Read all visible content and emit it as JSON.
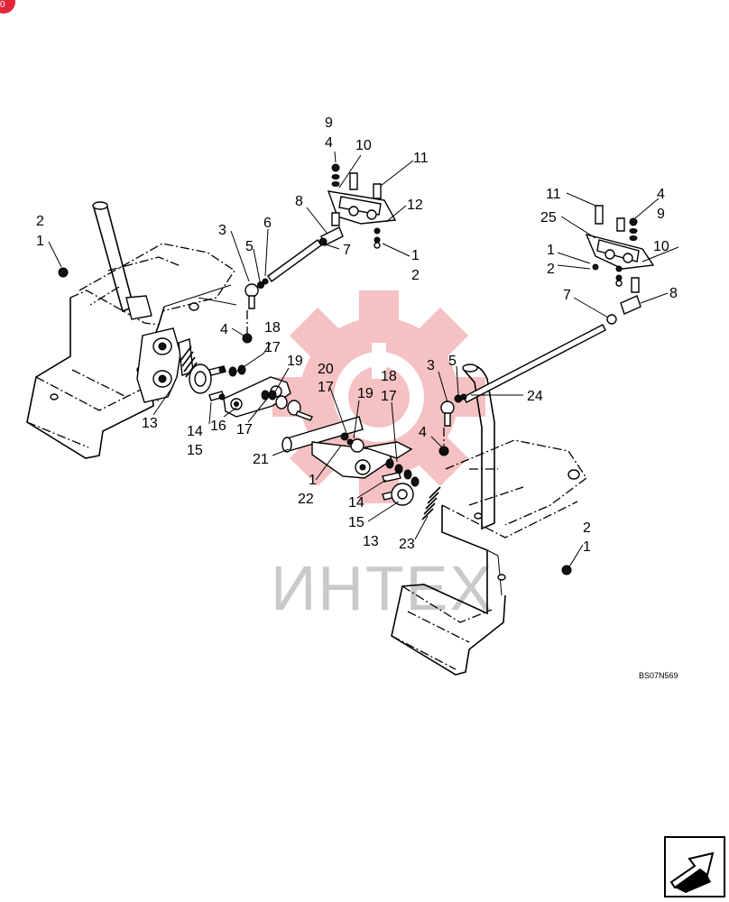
{
  "drawing_code": "BS07N569",
  "watermark": {
    "text": "ИНТЕХ",
    "gear_color": "#f4b7b9"
  },
  "corner_badge": {
    "color": "#e3263a",
    "text": "0"
  },
  "callouts": [
    {
      "id": "c9a",
      "text": "9"
    },
    {
      "id": "c4a",
      "text": "4"
    },
    {
      "id": "c10a",
      "text": "10"
    },
    {
      "id": "c11a",
      "text": "11"
    },
    {
      "id": "c8a",
      "text": "8"
    },
    {
      "id": "c12",
      "text": "12"
    },
    {
      "id": "c7a",
      "text": "7"
    },
    {
      "id": "c1a",
      "text": "1"
    },
    {
      "id": "c2a",
      "text": "2"
    },
    {
      "id": "c2b",
      "text": "2"
    },
    {
      "id": "c1b",
      "text": "1"
    },
    {
      "id": "c3a",
      "text": "3"
    },
    {
      "id": "c5a",
      "text": "5"
    },
    {
      "id": "c6",
      "text": "6"
    },
    {
      "id": "c4b",
      "text": "4"
    },
    {
      "id": "c18a",
      "text": "18"
    },
    {
      "id": "c17a",
      "text": "17"
    },
    {
      "id": "c19a",
      "text": "19"
    },
    {
      "id": "c13a",
      "text": "13"
    },
    {
      "id": "c14a",
      "text": "14"
    },
    {
      "id": "c15a",
      "text": "15"
    },
    {
      "id": "c16",
      "text": "16"
    },
    {
      "id": "c17b",
      "text": "17"
    },
    {
      "id": "c20",
      "text": "20"
    },
    {
      "id": "c17c",
      "text": "17"
    },
    {
      "id": "c19b",
      "text": "19"
    },
    {
      "id": "c18b",
      "text": "18"
    },
    {
      "id": "c17d",
      "text": "17"
    },
    {
      "id": "c21",
      "text": "21"
    },
    {
      "id": "c1c",
      "text": "1"
    },
    {
      "id": "c22",
      "text": "22"
    },
    {
      "id": "c3b",
      "text": "3"
    },
    {
      "id": "c5b",
      "text": "5"
    },
    {
      "id": "c24",
      "text": "24"
    },
    {
      "id": "c4c",
      "text": "4"
    },
    {
      "id": "c14b",
      "text": "14"
    },
    {
      "id": "c15b",
      "text": "15"
    },
    {
      "id": "c13b",
      "text": "13"
    },
    {
      "id": "c23",
      "text": "23"
    },
    {
      "id": "c11b",
      "text": "11"
    },
    {
      "id": "c4d",
      "text": "4"
    },
    {
      "id": "c25",
      "text": "25"
    },
    {
      "id": "c9b",
      "text": "9"
    },
    {
      "id": "c1d",
      "text": "1"
    },
    {
      "id": "c10b",
      "text": "10"
    },
    {
      "id": "c2c",
      "text": "2"
    },
    {
      "id": "c7b",
      "text": "7"
    },
    {
      "id": "c8b",
      "text": "8"
    },
    {
      "id": "c2d",
      "text": "2"
    },
    {
      "id": "c1e",
      "text": "1"
    }
  ],
  "nav_button": {
    "icon": "next-page-arrow-icon"
  }
}
